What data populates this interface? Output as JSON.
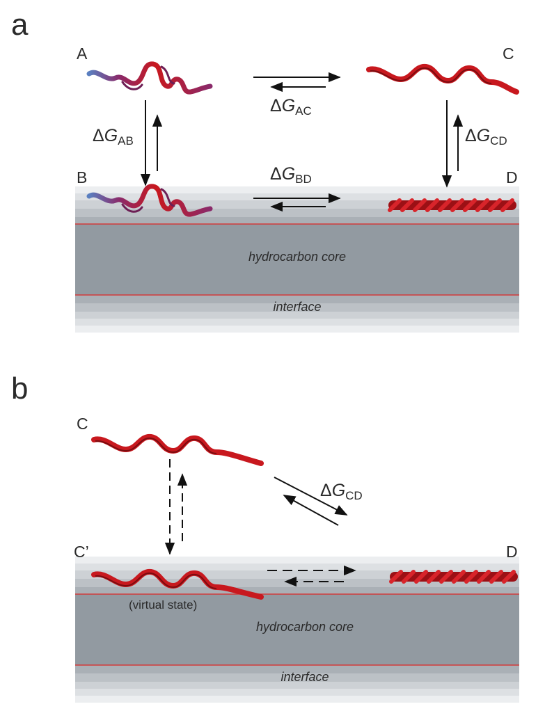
{
  "panel_a": {
    "letter": "a",
    "states": {
      "A": "A",
      "B": "B",
      "C": "C",
      "D": "D"
    },
    "dg_ac": {
      "delta": "Δ",
      "g": "G",
      "sub": "AC"
    },
    "dg_ab": {
      "delta": "Δ",
      "g": "G",
      "sub": "AB"
    },
    "dg_cd": {
      "delta": "Δ",
      "g": "G",
      "sub": "CD"
    },
    "dg_bd": {
      "delta": "Δ",
      "g": "G",
      "sub": "BD"
    },
    "core_label": "hydrocarbon core",
    "interface_label": "interface"
  },
  "panel_b": {
    "letter": "b",
    "states": {
      "C": "C",
      "C_prime": "C’",
      "D": "D"
    },
    "dg_cd": {
      "delta": "Δ",
      "g": "G",
      "sub": "CD"
    },
    "virtual_label": "(virtual state)",
    "core_label": "hydrocarbon core",
    "interface_label": "interface"
  },
  "colors": {
    "helix_red": "#c8181e",
    "peptide_purple": "#8a2a6a",
    "peptide_blue": "#5a7fc0",
    "core_gray": "#929aa1",
    "boundary_red": "#d23a3a"
  }
}
